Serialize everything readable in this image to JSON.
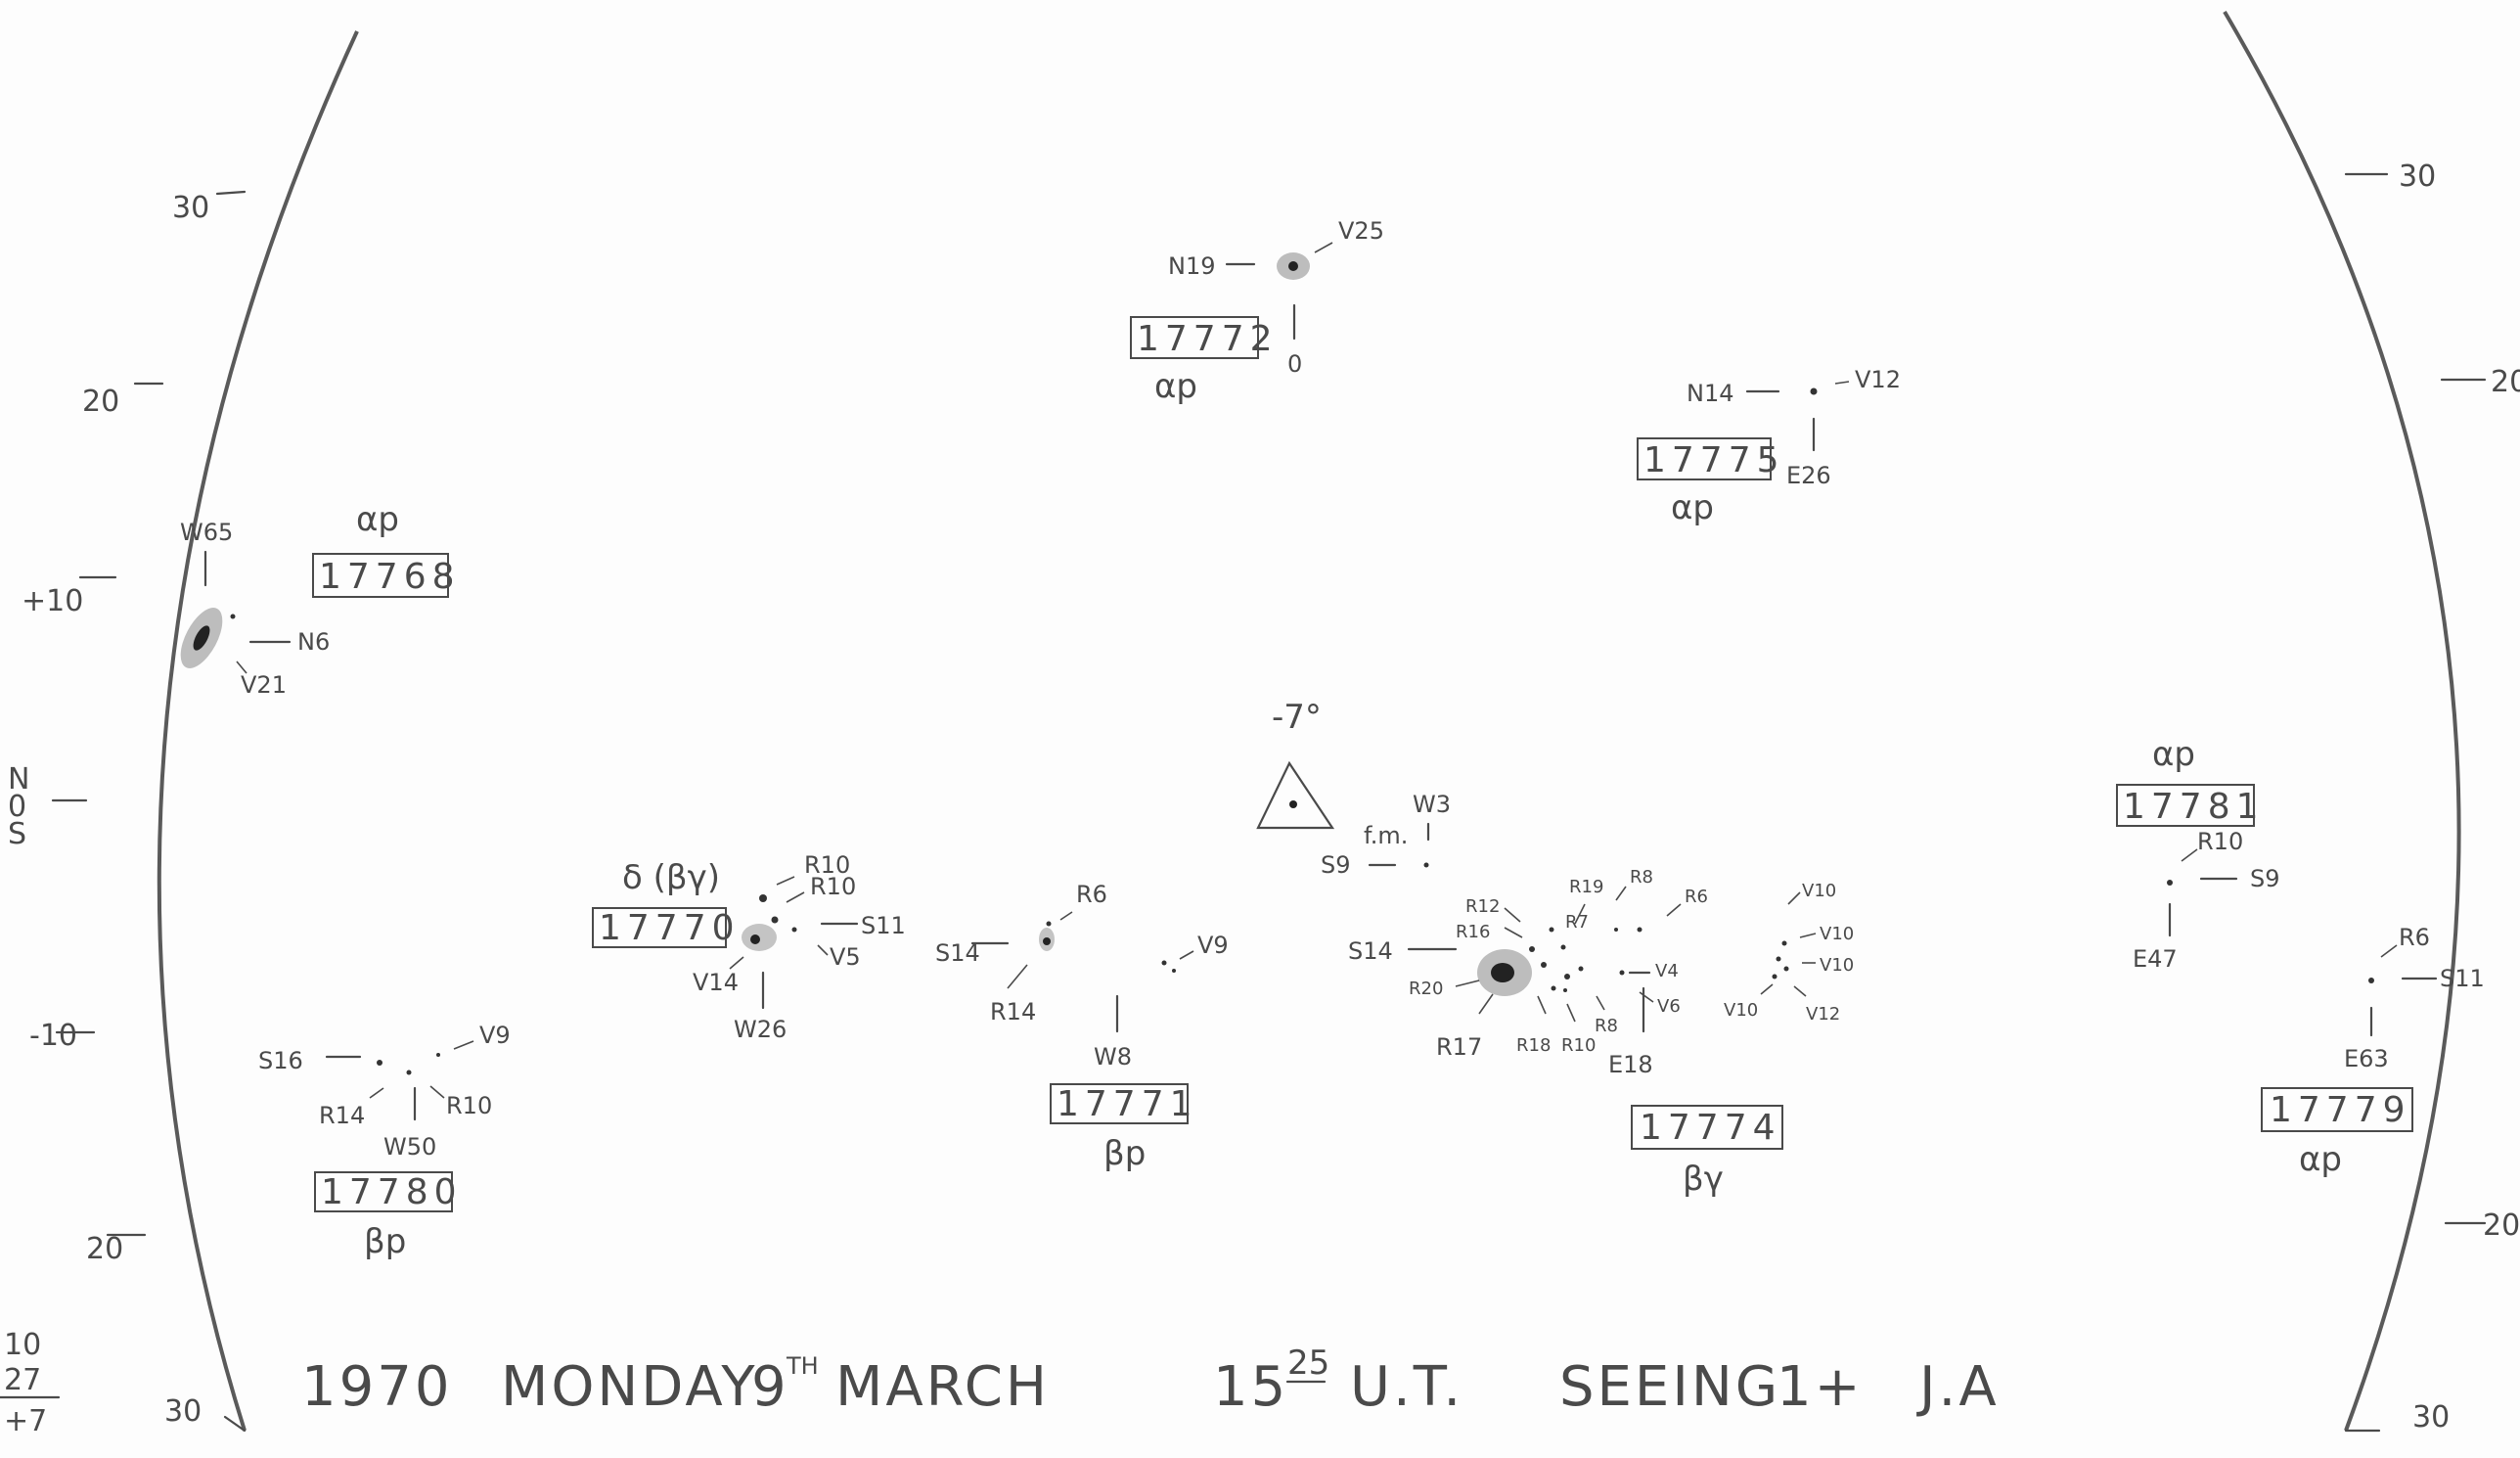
{
  "scale": {
    "left": [
      "30",
      "20",
      "+10",
      "N",
      "0",
      "S",
      "-10",
      "20",
      "30"
    ],
    "right": [
      "30",
      "20",
      "20",
      "30"
    ]
  },
  "features": {
    "f17768": {
      "number": "17768",
      "type": "αp",
      "labels": [
        "W65",
        "N6",
        "V21"
      ]
    },
    "f17772": {
      "number": "17772",
      "type": "αp",
      "labels": [
        "N19",
        "V25",
        "0"
      ]
    },
    "f17775": {
      "number": "17775",
      "type": "αp",
      "labels": [
        "N14",
        "V12",
        "E26"
      ]
    },
    "f17770": {
      "number": "17770",
      "type": "δ (βγ)",
      "labels": [
        "R10",
        "R10",
        "S11",
        "V5",
        "V14",
        "W26"
      ]
    },
    "f17780": {
      "number": "17780",
      "type": "βp",
      "labels": [
        "S16",
        "V9",
        "R14",
        "R10",
        "W50"
      ]
    },
    "f17771": {
      "number": "17771",
      "type": "βp",
      "labels": [
        "R6",
        "S14",
        "R14",
        "V9",
        "W8"
      ]
    },
    "f17774": {
      "number": "17774",
      "type": "βγ",
      "labels": [
        "S14",
        "R12",
        "R16",
        "R19",
        "R7",
        "R8",
        "R6",
        "R20",
        "R17",
        "R18",
        "R10",
        "R8",
        "V4",
        "V6",
        "E18",
        "V10",
        "V10",
        "V10",
        "V10",
        "V12"
      ]
    },
    "f17781": {
      "number": "17781",
      "type": "αp",
      "labels": [
        "R10",
        "S9",
        "E47"
      ]
    },
    "f17779": {
      "number": "17779",
      "type": "αp",
      "labels": [
        "R6",
        "S11",
        "E63"
      ]
    }
  },
  "center": {
    "angle": "-7°",
    "w3": "W3",
    "fm": "f.m.",
    "s9": "S9"
  },
  "footer": {
    "year": "1970",
    "day": "MONDAY",
    "date": "9",
    "date_sup": "TH",
    "month": "MARCH",
    "hour": "15",
    "minute": "25",
    "ut": "U.T.",
    "seeing": "SEEING",
    "seeing_val": "1+",
    "observer": "J.A",
    "margin_lines": [
      "10",
      "27",
      "+7"
    ]
  }
}
